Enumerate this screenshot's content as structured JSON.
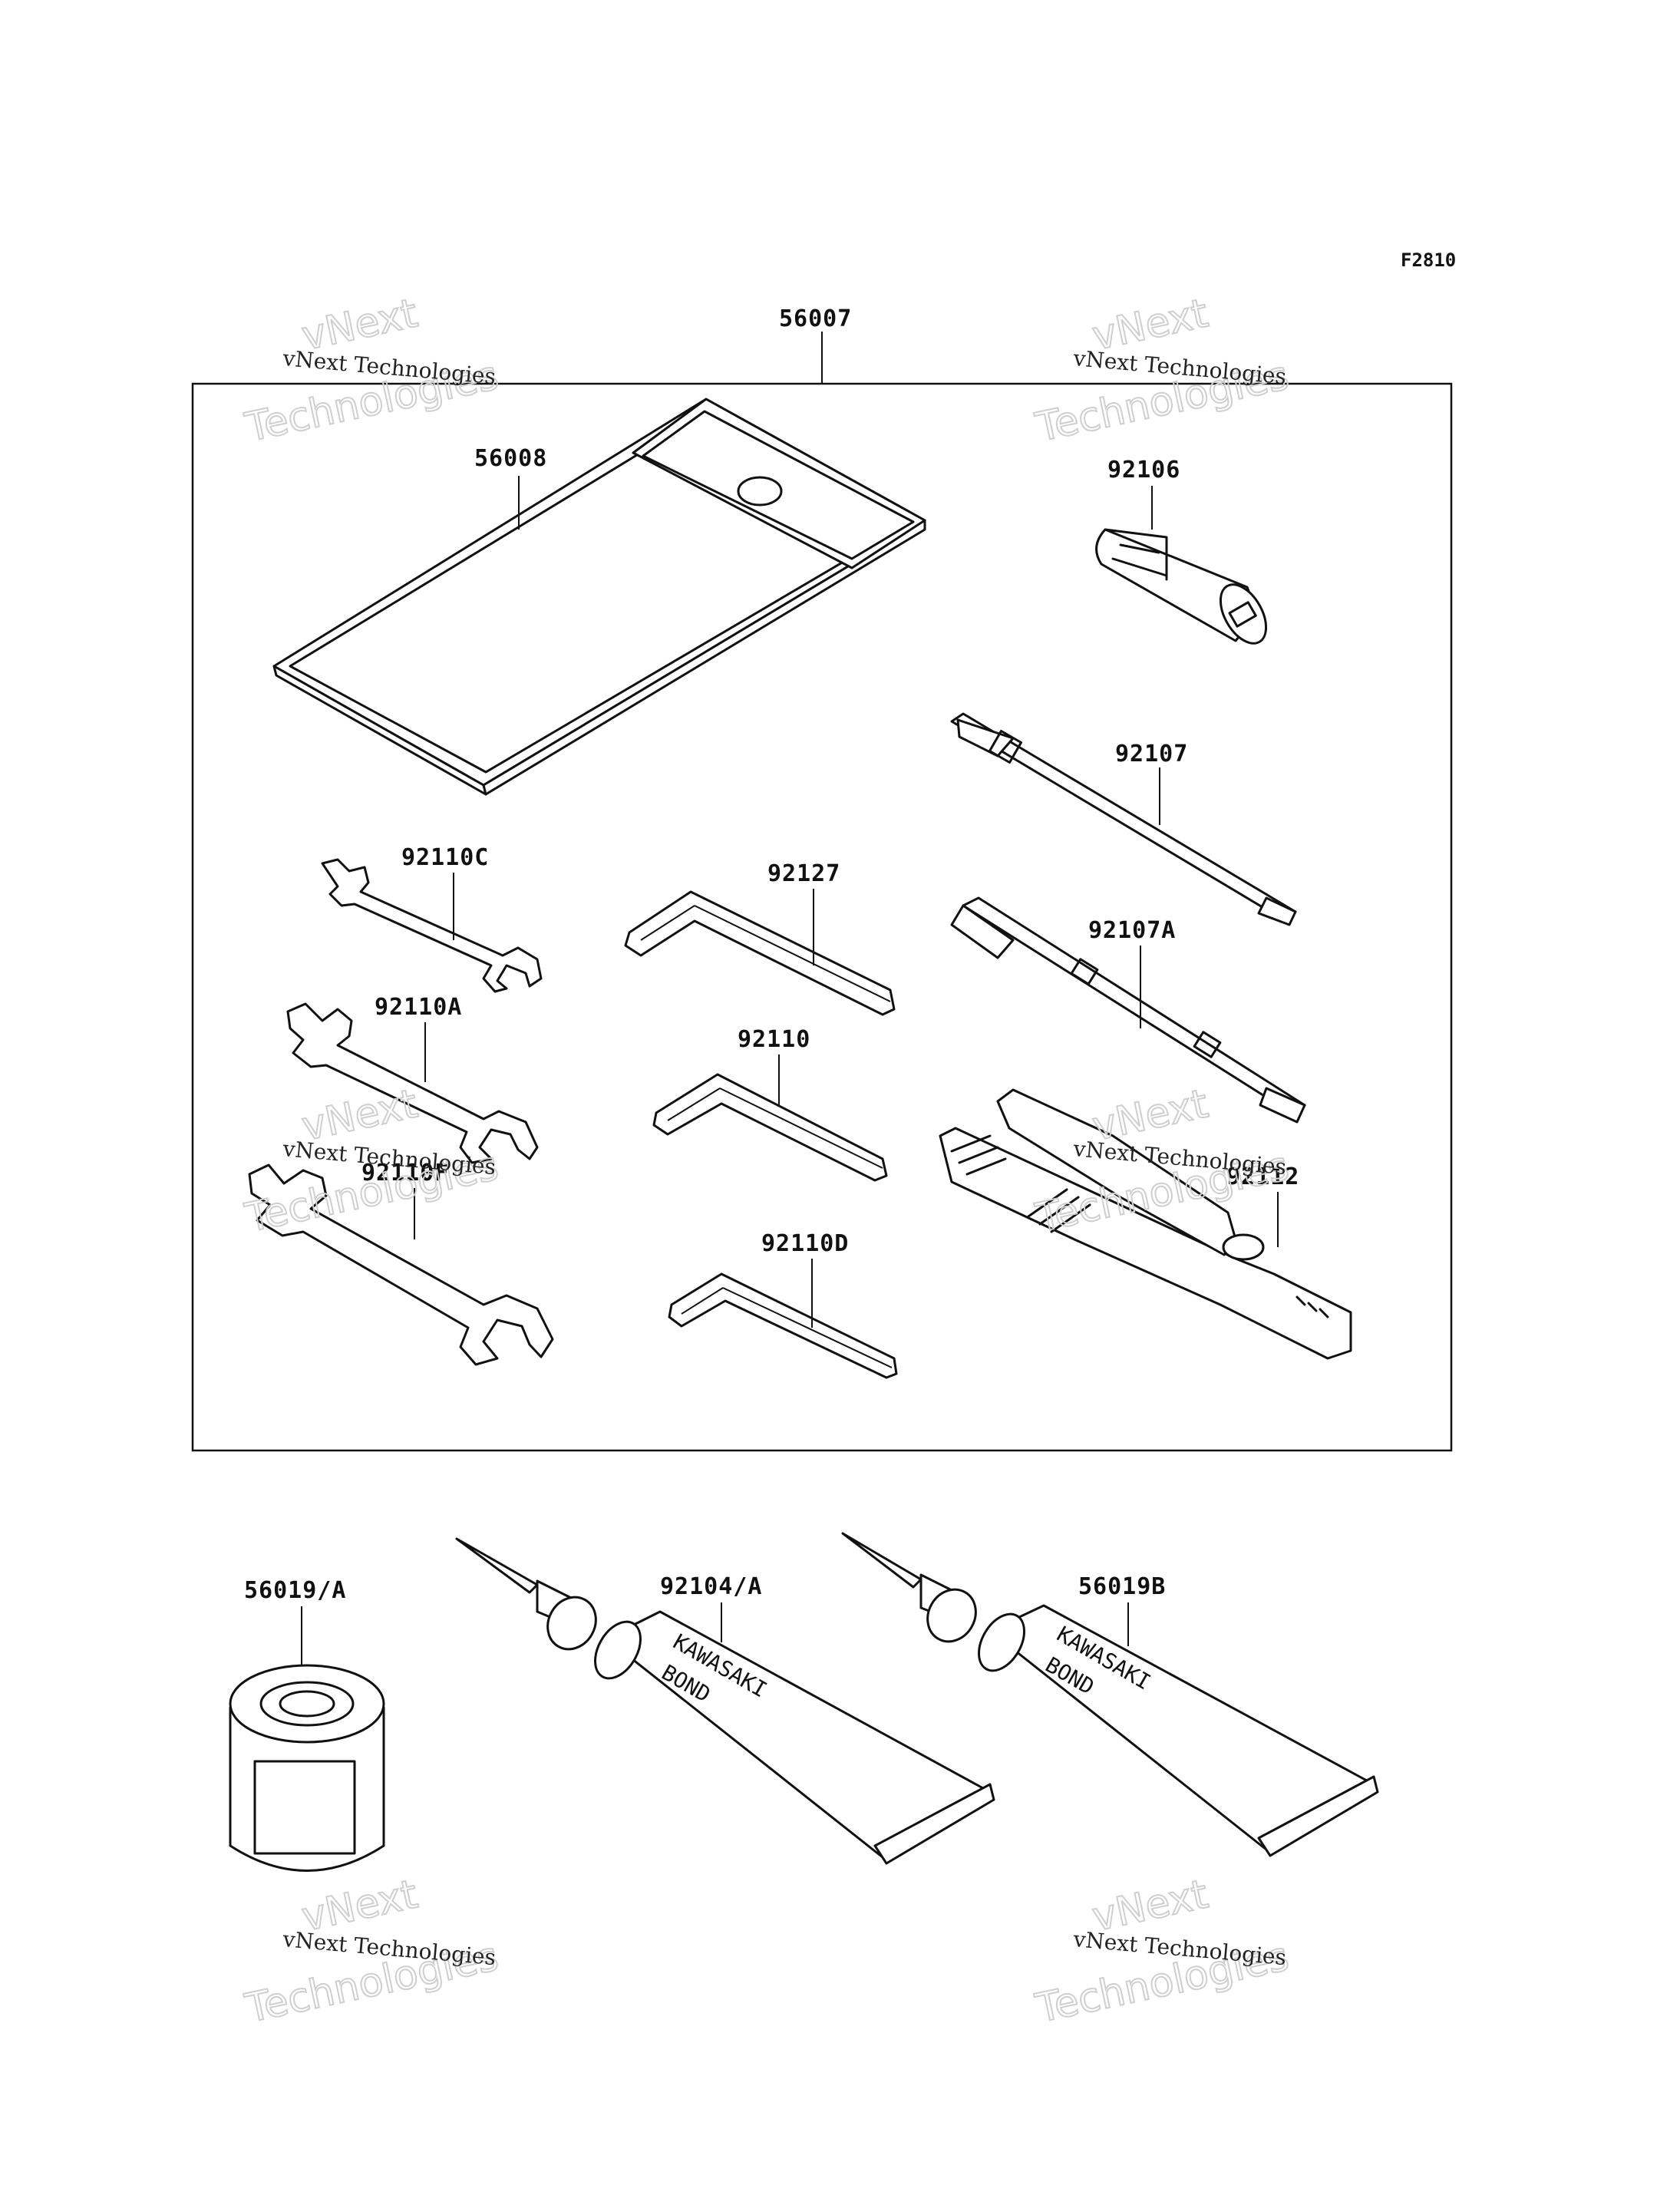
{
  "figure_id": "F2810",
  "watermark": {
    "line1": "vNext Technologies",
    "big1": "vNext",
    "big2": "Technologies"
  },
  "parts": {
    "kit": "56007",
    "pouch": "56008",
    "socket": "92106",
    "phillips_driver": "92107",
    "wrench_small": "92110C",
    "wrench_medium": "92110A",
    "wrench_large": "92110F",
    "hex_key_large": "92127",
    "hex_key_medium": "92110",
    "hex_key_small": "92110D",
    "combo_driver": "92107A",
    "pliers": "92112",
    "can": "56019/A",
    "tube_a": "92104/A",
    "tube_b": "56019B"
  },
  "tube_print": {
    "brand": "KAWASAKI",
    "product": "BOND"
  }
}
